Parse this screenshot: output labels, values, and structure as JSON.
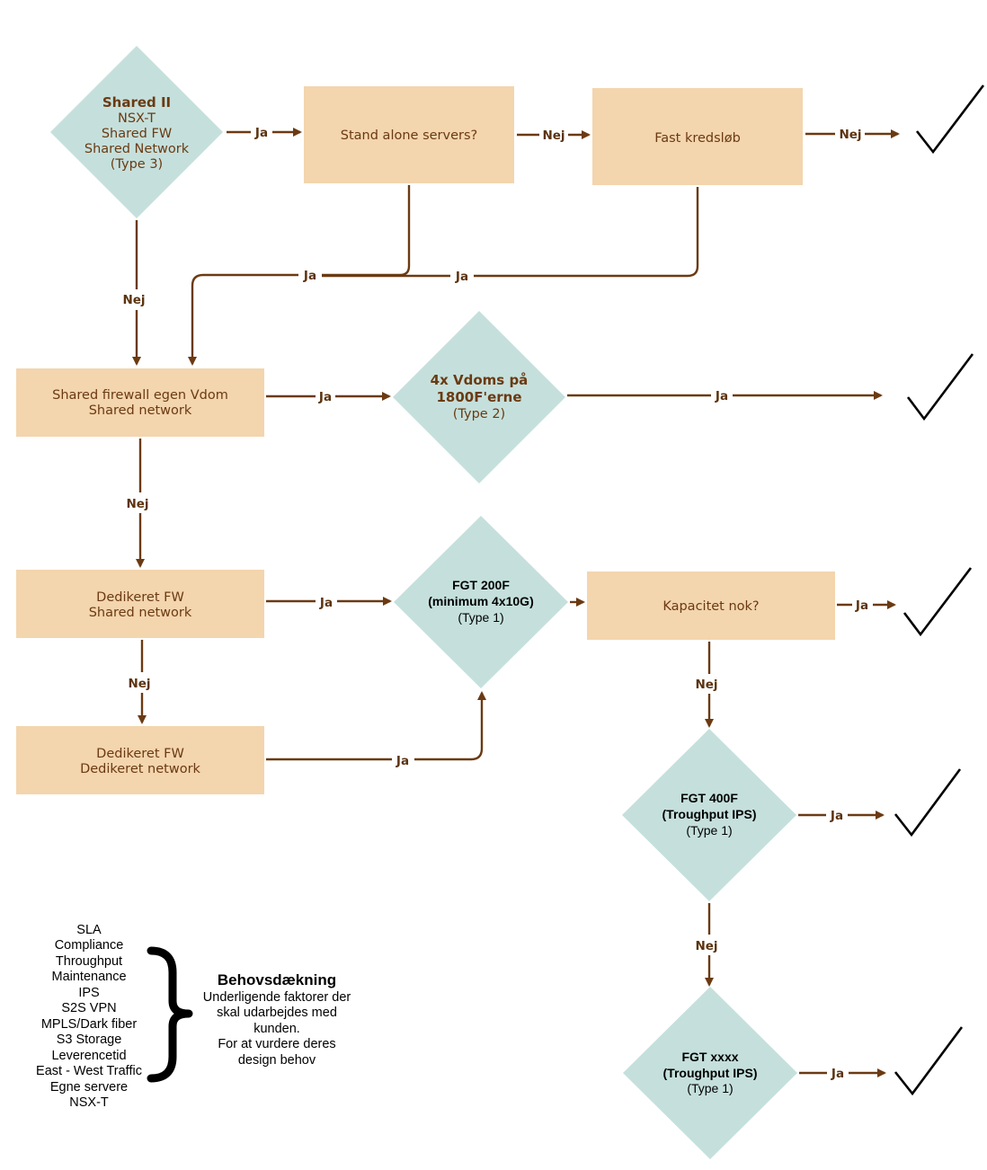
{
  "nodes": {
    "shared2": {
      "title": "Shared II",
      "lines": [
        "NSX-T",
        "Shared FW",
        "Shared Network",
        "(Type 3)"
      ]
    },
    "standalone": {
      "lines": [
        "Stand alone servers?"
      ]
    },
    "fast": {
      "lines": [
        "Fast kredsløb"
      ]
    },
    "sharedfw": {
      "lines": [
        "Shared firewall egen Vdom",
        "Shared network"
      ]
    },
    "vdoms": {
      "title_lines": [
        "4x Vdoms på",
        "1800F'erne"
      ],
      "lines": [
        "(Type 2)"
      ]
    },
    "dedshared": {
      "lines": [
        "Dedikeret FW",
        "Shared network"
      ]
    },
    "fgt200": {
      "title_lines": [
        "FGT 200F",
        "(minimum 4x10G)"
      ],
      "lines": [
        "(Type 1)"
      ]
    },
    "kapacitet": {
      "lines": [
        "Kapacitet nok?"
      ]
    },
    "deddedi": {
      "lines": [
        "Dedikeret FW",
        "Dedikeret network"
      ]
    },
    "fgt400": {
      "title_lines": [
        "FGT 400F",
        "(Troughput IPS)"
      ],
      "lines": [
        "(Type 1)"
      ]
    },
    "fgtxxxx": {
      "title_lines": [
        "FGT xxxx",
        "(Troughput IPS)"
      ],
      "lines": [
        "(Type 1)"
      ]
    }
  },
  "edge_labels": {
    "e1": "Ja",
    "e2": "Nej",
    "e3": "Nej",
    "e4": "Ja",
    "e5": "Ja",
    "e6": "Nej",
    "e7": "Ja",
    "e8": "Ja",
    "e9": "Nej",
    "e10": "Ja",
    "e11": "Nej",
    "e12": "Ja",
    "e13": "Ja",
    "e14": "Nej",
    "e15": "Ja",
    "e16": "Nej",
    "e17": "Ja"
  },
  "factors": [
    "SLA",
    "Compliance",
    "Throughput",
    "Maintenance",
    "IPS",
    "S2S VPN",
    "MPLS/Dark fiber",
    "S3 Storage",
    "Leverencetid",
    "East - West Traffic",
    "Egne servere",
    "NSX-T"
  ],
  "behov": {
    "title": "Behovsdækning",
    "lines": [
      "Underligende faktorer der",
      "skal udarbejdes med",
      "kunden.",
      "For at vurdere deres",
      "design behov"
    ]
  },
  "icons": [
    "checkmark-icon",
    "right-brace-icon"
  ],
  "colors": {
    "box": "#f3d5ae",
    "diamond": "#c5e0dc",
    "edge": "#6b3a12"
  }
}
